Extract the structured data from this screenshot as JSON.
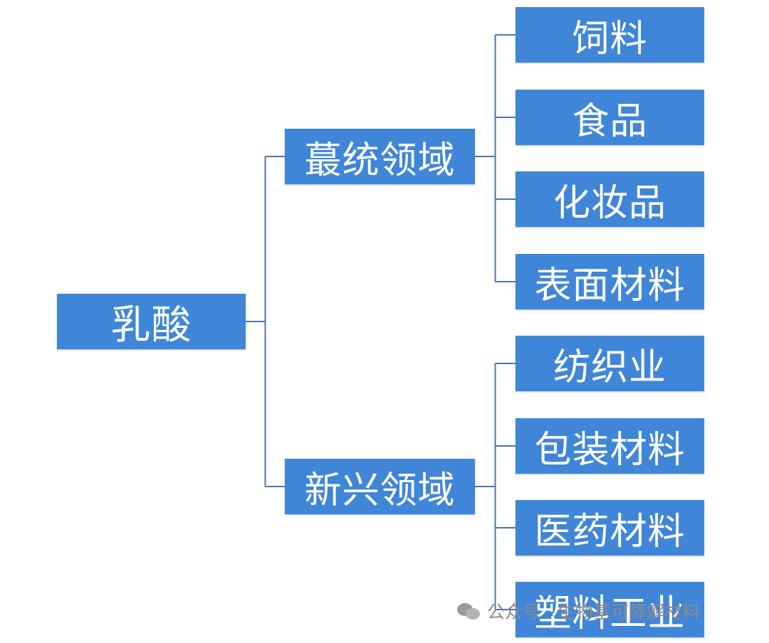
{
  "colors": {
    "node_fill": "#3f86d8",
    "node_text": "#ffffff",
    "connector": "#4d74a8",
    "watermark_text": "#8a8a8a"
  },
  "root": {
    "label": "乳酸"
  },
  "branches": [
    {
      "label": "蕞统领域",
      "children": [
        "饲料",
        "食品",
        "化妆品",
        "表面材料"
      ]
    },
    {
      "label": "新兴领域",
      "children": [
        "纺织业",
        "包装材料",
        "医药材料",
        "塑料工业"
      ]
    }
  ],
  "watermark": {
    "icon": "wechat-icon",
    "text": "公众号 · 生物基可降解材料"
  }
}
